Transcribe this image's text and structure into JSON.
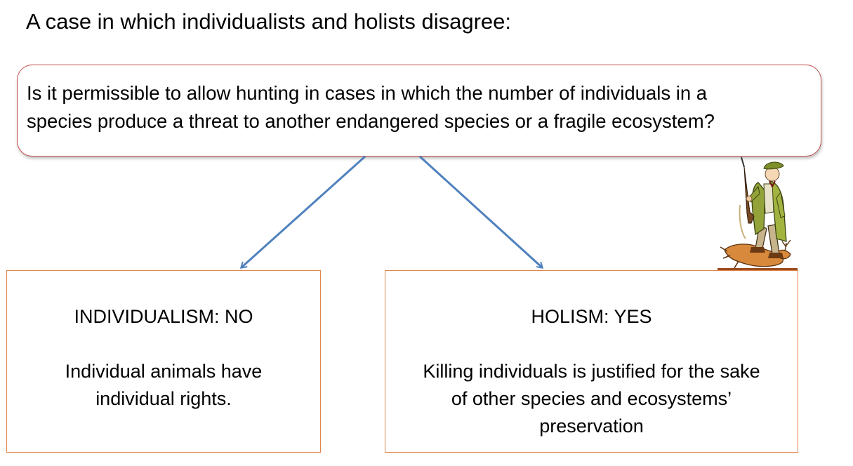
{
  "title": "A case in which individualists and holists disagree:",
  "question": {
    "line1": "Is it permissible to allow hunting in cases in which the number of individuals in a",
    "line2": "species produce a threat to another endangered species or a fragile ecosystem?"
  },
  "individualism": {
    "heading": "INDIVIDUALISM: NO",
    "line1": "Individual animals have",
    "line2": "individual rights."
  },
  "holism": {
    "heading": "HOLISM: YES",
    "line1": "Killing individuals is justified for the sake",
    "line2": "of other species and ecosystems’",
    "line3": "preservation"
  },
  "colors": {
    "question_border": "#c0504d",
    "box_border": "#e0864a",
    "arrow": "#4f81bd"
  },
  "illustration": "hunter-with-rifle-and-deer"
}
